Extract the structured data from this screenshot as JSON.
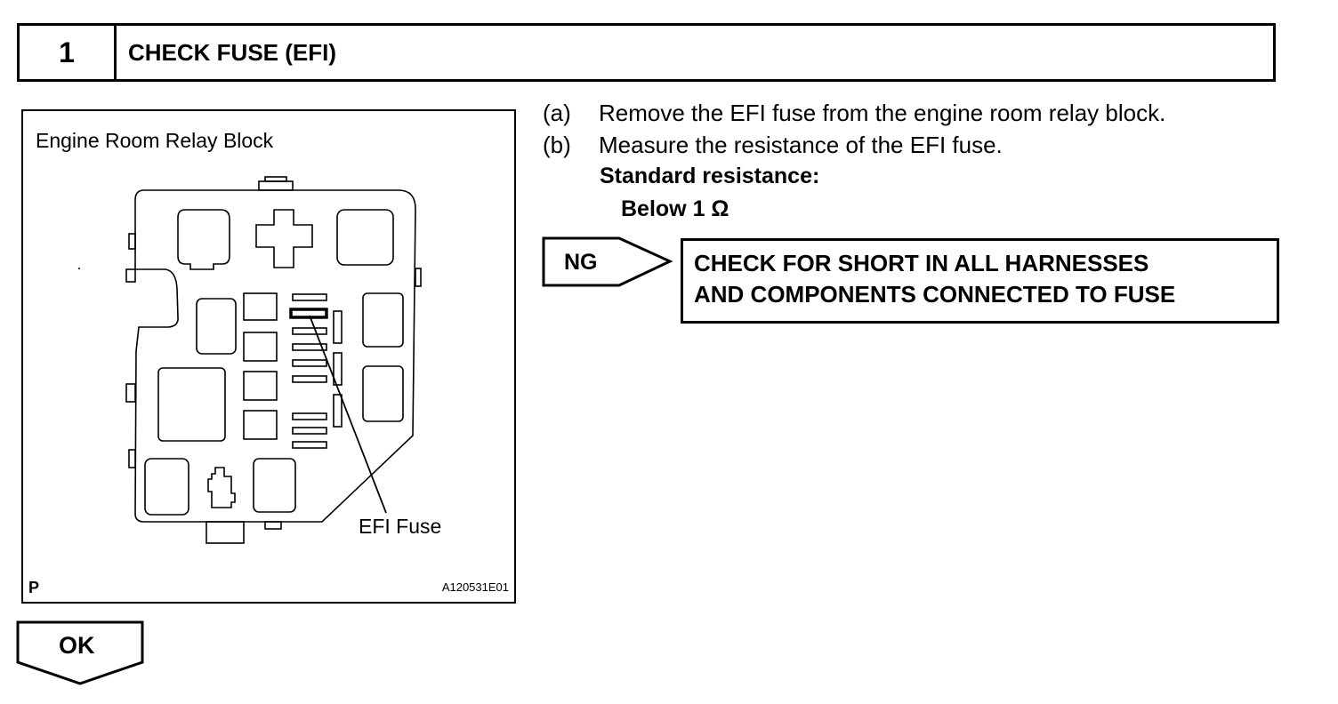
{
  "header": {
    "step_number": "1",
    "title": "CHECK FUSE (EFI)"
  },
  "figure": {
    "caption": "Engine Room Relay Block",
    "callout": "EFI Fuse",
    "corner_letter": "P",
    "figure_code": "A120531E01"
  },
  "instructions": [
    {
      "letter": "(a)",
      "text": "Remove the EFI fuse from the engine room relay block."
    },
    {
      "letter": "(b)",
      "text": "Measure the resistance of the EFI fuse."
    }
  ],
  "standard": {
    "label": "Standard resistance:",
    "value": "Below 1 Ω"
  },
  "ng": {
    "label": "NG",
    "result_line1": "CHECK FOR SHORT IN ALL HARNESSES",
    "result_line2": "AND COMPONENTS CONNECTED TO FUSE"
  },
  "ok": {
    "label": "OK"
  }
}
